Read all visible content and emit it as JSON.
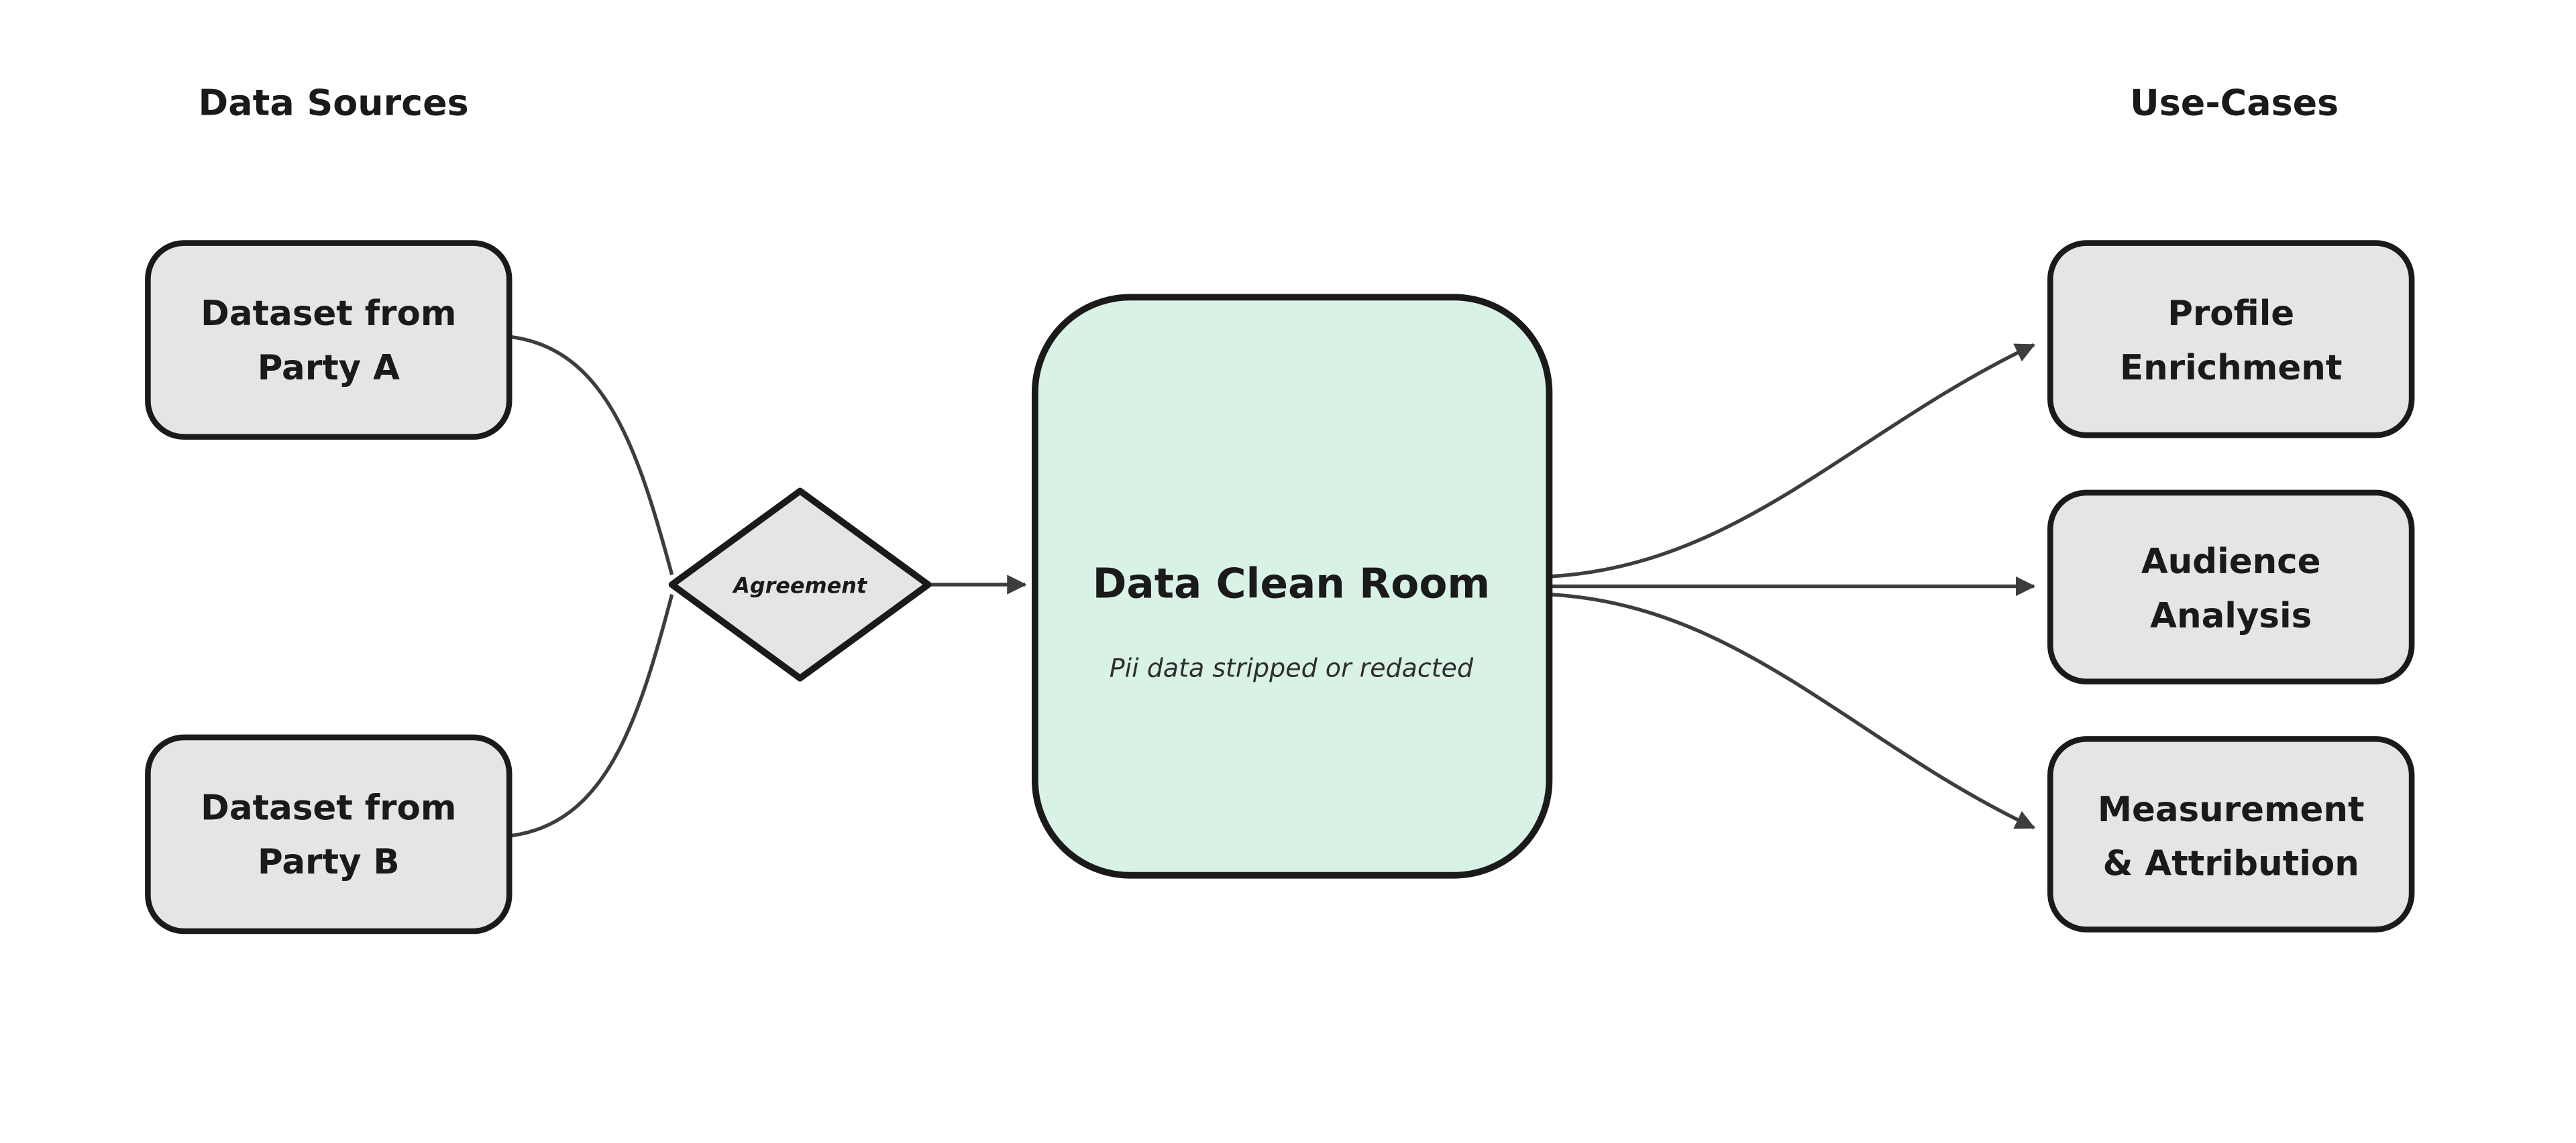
{
  "diagram": {
    "section_labels": {
      "left": "Data Sources",
      "right": "Use-Cases"
    },
    "nodes": {
      "party_a": {
        "line1": "Dataset from",
        "line2": "Party A"
      },
      "party_b": {
        "line1": "Dataset from",
        "line2": "Party B"
      },
      "agreement": {
        "label": "Agreement"
      },
      "clean_room": {
        "title": "Data Clean Room",
        "subtitle": "Pii data stripped or redacted"
      },
      "profile_enrichment": {
        "line1": "Profile",
        "line2": "Enrichment"
      },
      "audience_analysis": {
        "line1": "Audience",
        "line2": "Analysis"
      },
      "measurement_attribution": {
        "line1": "Measurement",
        "line2": "& Attribution"
      }
    },
    "colors": {
      "node_fill": "#e5e5e5",
      "node_stroke": "#1a1a1a",
      "clean_room_fill": "#d9f2e6",
      "connector": "#3d3d3d"
    }
  }
}
